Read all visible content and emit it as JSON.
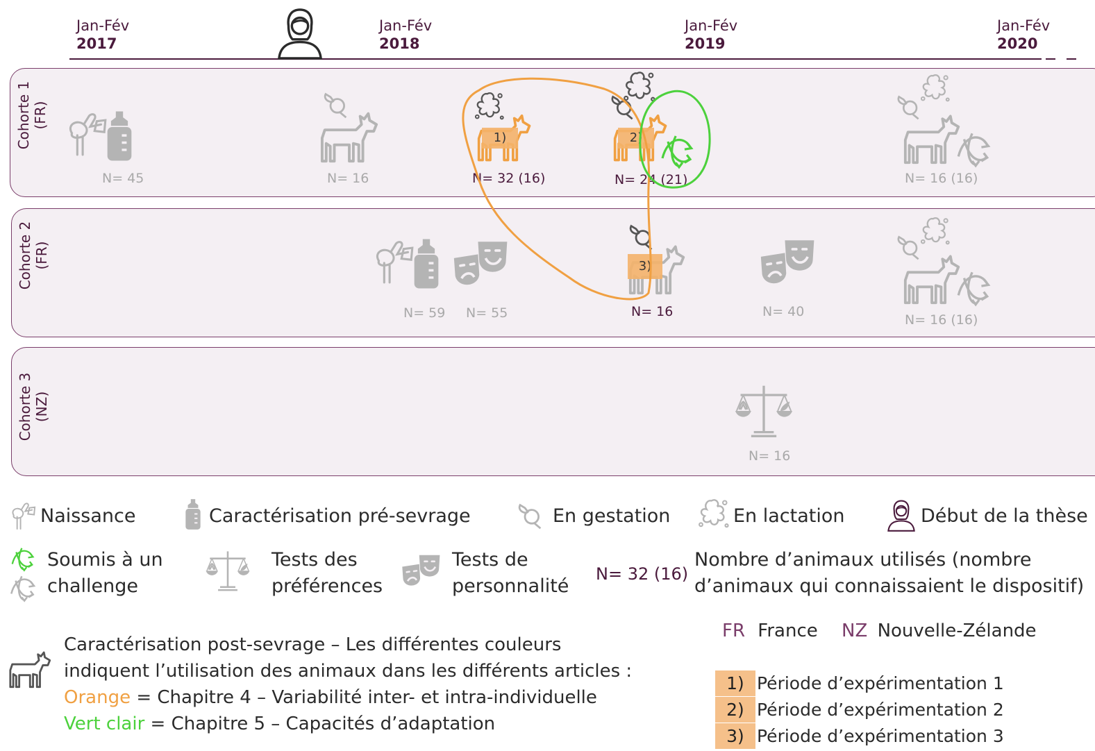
{
  "timeline": {
    "ticks": [
      {
        "month": "Jan-Fév",
        "year": "2017"
      },
      {
        "month": "Jan-Fév",
        "year": "2018"
      },
      {
        "month": "Jan-Fév",
        "year": "2019"
      },
      {
        "month": "Jan-Fév",
        "year": "2020"
      }
    ]
  },
  "cohorts": [
    {
      "label": "Cohorte 1",
      "country": "(FR)"
    },
    {
      "label": "Cohorte 2",
      "country": "(FR)"
    },
    {
      "label": "Cohorte 3",
      "country": "(NZ)"
    }
  ],
  "counts": {
    "c1_birth": "N= 45",
    "c1_gest": "N= 16",
    "c1_p1": "N= 32 (16)",
    "c1_p2": "N= 24 (21)",
    "c1_2020": "N= 16 (16)",
    "c2_birth": "N= 59",
    "c2_pers": "N= 55",
    "c2_p3": "N= 16",
    "c2_pers2": "N= 40",
    "c2_2020": "N= 16 (16)",
    "c3_pref": "N= 16"
  },
  "periods_badges": [
    "1)",
    "2)",
    "3)"
  ],
  "legend": {
    "naissance": "Naissance",
    "pre_sevrage": "Caractérisation pré-sevrage",
    "gestation": "En gestation",
    "lactation": "En lactation",
    "debut_these": "Début de la thèse",
    "challenge_l1": "Soumis à un",
    "challenge_l2": "challenge",
    "pref_l1": "Tests des",
    "pref_l2": "préférences",
    "pers_l1": "Tests de",
    "pers_l2": "personnalité",
    "n_example": "N= 32 (16)",
    "n_desc_l1": "Nombre d’animaux utilisés (nombre",
    "n_desc_l2": "d’animaux qui connaissaient le dispositif)",
    "post_l1": "Caractérisation post-sevrage – Les différentes couleurs",
    "post_l2": "indiquent l’utilisation des animaux dans les différents articles :",
    "orange_word": "Orange",
    "orange_rest": " = Chapitre 4 – Variabilité inter- et intra-individuelle",
    "green_word": "Vert clair",
    "green_rest": " = Chapitre 5 – Capacités d’adaptation",
    "fr_code": "FR",
    "fr_name": "France",
    "nz_code": "NZ",
    "nz_name": "Nouvelle-Zélande"
  },
  "periods": [
    {
      "num": "1)",
      "label": "Période d’expérimentation 1"
    },
    {
      "num": "2)",
      "label": "Période d’expérimentation 2"
    },
    {
      "num": "3)",
      "label": "Période d’expérimentation 3"
    }
  ],
  "colors": {
    "orange": "#f0a042",
    "green": "#4cd13c",
    "plum": "#4a1a3c",
    "grey_icon": "#a9a9a9"
  }
}
